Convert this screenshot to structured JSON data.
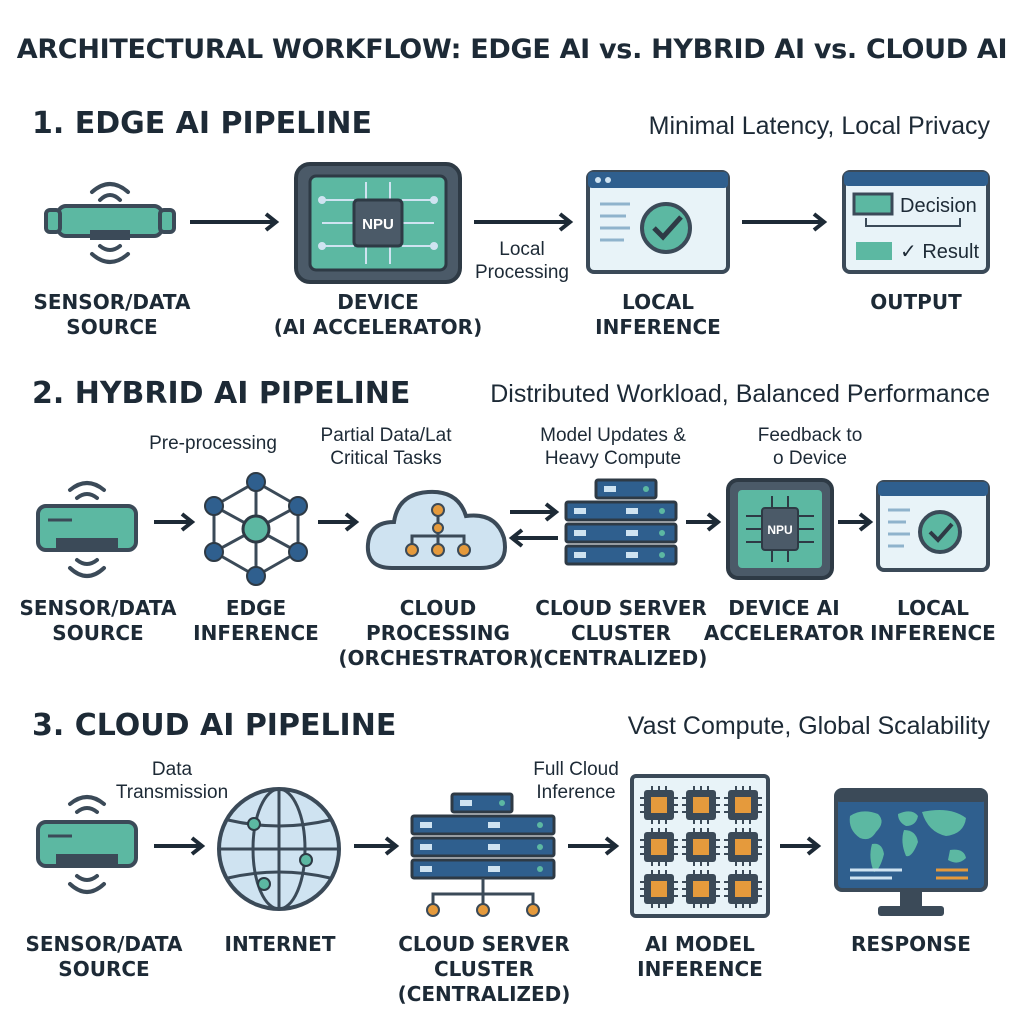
{
  "title": "ARCHITECTURAL WORKFLOW: EDGE AI vs. HYBRID AI vs. CLOUD AI",
  "colors": {
    "teal": "#5cb8a2",
    "dark": "#3b4a58",
    "navy": "#2f5f8e",
    "light_blue": "#cfe3f1",
    "orange": "#e59a3c",
    "panel": "#e8f3f8"
  },
  "edge": {
    "title": "1. EDGE AI PIPELINE",
    "subtitle": "Minimal Latency, Local Privacy",
    "nodes": [
      {
        "line1": "SENSOR/DATA",
        "line2": "SOURCE",
        "icon": "sensor-icon"
      },
      {
        "line1": "DEVICE",
        "line2": "(AI ACCELERATOR)",
        "icon": "npu-device-icon",
        "chip_label": "NPU"
      },
      {
        "line1": "LOCAL",
        "line2": "INFERENCE",
        "icon": "checkmark-window-icon"
      },
      {
        "line1": "OUTPUT",
        "line2": "",
        "icon": "decision-window-icon",
        "decision": "Decision",
        "result": "✓ Result"
      }
    ],
    "notes": [
      {
        "line1": "Local",
        "line2": "Processing"
      }
    ]
  },
  "hybrid": {
    "title": "2. HYBRID AI PIPELINE",
    "subtitle": "Distributed Workload, Balanced Performance",
    "nodes": [
      {
        "line1": "SENSOR/DATA",
        "line2": "SOURCE",
        "line3": "",
        "icon": "sensor-icon"
      },
      {
        "line1": "EDGE",
        "line2": "INFERENCE",
        "line3": "",
        "icon": "neural-network-icon"
      },
      {
        "line1": "CLOUD",
        "line2": "PROCESSING",
        "line3": "(ORCHESTRATOR)",
        "icon": "cloud-icon"
      },
      {
        "line1": "CLOUD SERVER",
        "line2": "CLUSTER",
        "line3": "(CENTRALIZED)",
        "icon": "server-rack-icon"
      },
      {
        "line1": "DEVICE AI",
        "line2": "ACCELERATOR",
        "line3": "",
        "icon": "npu-chip-icon",
        "chip_label": "NPU"
      },
      {
        "line1": "LOCAL",
        "line2": "INFERENCE",
        "line3": "",
        "icon": "checkmark-window-icon"
      }
    ],
    "notes": [
      {
        "line1": "Pre-processing",
        "line2": ""
      },
      {
        "line1": "Partial Data/Lat",
        "line2": "Critical Tasks"
      },
      {
        "line1": "Model Updates &",
        "line2": "Heavy Compute"
      },
      {
        "line1": "Feedback to",
        "line2": "o Device"
      }
    ]
  },
  "cloud": {
    "title": "3. CLOUD AI PIPELINE",
    "subtitle": "Vast Compute, Global Scalability",
    "nodes": [
      {
        "line1": "SENSOR/DATA",
        "line2": "SOURCE",
        "line3": "",
        "icon": "sensor-icon"
      },
      {
        "line1": "INTERNET",
        "line2": "",
        "line3": "",
        "icon": "globe-icon"
      },
      {
        "line1": "CLOUD SERVER",
        "line2": "CLUSTER",
        "line3": "(CENTRALIZED)",
        "icon": "server-rack-icon"
      },
      {
        "line1": "AI MODEL",
        "line2": "INFERENCE",
        "line3": "",
        "icon": "chip-grid-icon"
      },
      {
        "line1": "RESPONSE",
        "line2": "",
        "line3": "",
        "icon": "world-map-monitor-icon"
      }
    ],
    "notes": [
      {
        "line1": "Data",
        "line2": "Transmission"
      },
      {
        "line1": "Full Cloud",
        "line2": "Inference"
      }
    ]
  }
}
